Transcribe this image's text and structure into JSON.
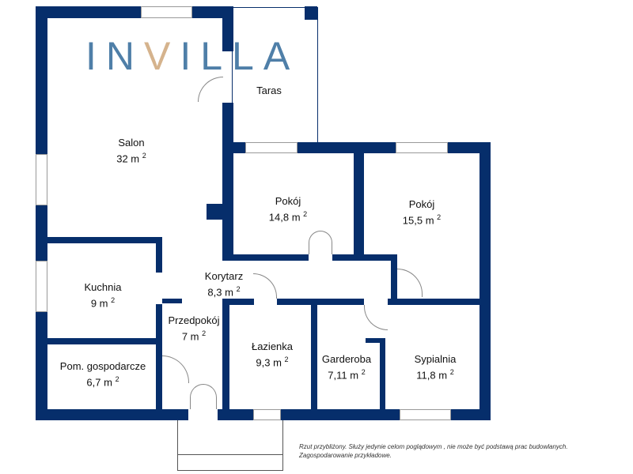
{
  "logo": {
    "text": "INVILLA",
    "part1": "IN",
    "part2": "V",
    "part3": "ILLA"
  },
  "colors": {
    "wall": "#062e6b",
    "logo_blue": "#4f7fa8",
    "logo_gold": "#d5b38d"
  },
  "rooms": [
    {
      "name": "Salon",
      "area": "32 m",
      "unit_sup": "2"
    },
    {
      "name": "Taras",
      "area": "",
      "unit_sup": ""
    },
    {
      "name": "Pokój",
      "area": "14,8 m",
      "unit_sup": "2"
    },
    {
      "name": "Pokój",
      "area": "15,5 m",
      "unit_sup": "2"
    },
    {
      "name": "Korytarz",
      "area": "8,3 m",
      "unit_sup": "2"
    },
    {
      "name": "Kuchnia",
      "area": "9 m",
      "unit_sup": "2"
    },
    {
      "name": "Przedpokój",
      "area": "7 m",
      "unit_sup": "2"
    },
    {
      "name": "Pom. gospodarcze",
      "area": "6,7 m",
      "unit_sup": "2"
    },
    {
      "name": "Łazienka",
      "area": "9,3 m",
      "unit_sup": "2"
    },
    {
      "name": "Garderoba",
      "area": "7,11 m",
      "unit_sup": "2"
    },
    {
      "name": "Sypialnia",
      "area": "11,8 m",
      "unit_sup": "2"
    }
  ],
  "note": {
    "line1": "Rzut przybliżony. Służy jedynie celom poglądowym , nie może być podstawą prac budowlanych.",
    "line2": "Zagospodarowanie przykładowe."
  }
}
